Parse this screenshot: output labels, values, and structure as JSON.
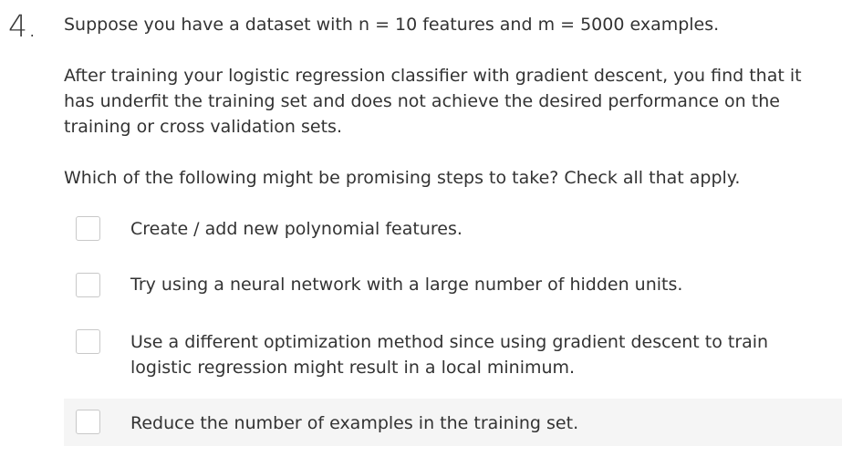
{
  "question": {
    "number": "4.",
    "intro": "Suppose you have a dataset with n = 10 features and m = 5000 examples.",
    "scenario": "After training your logistic regression classifier with gradient descent, you find that it has underfit the training set and does not achieve the desired performance on the training or cross validation sets.",
    "prompt": "Which of the following might be promising steps to take? Check all that apply."
  },
  "options": [
    {
      "label": "Create / add new polynomial features.",
      "checked": false
    },
    {
      "label": "Try using a neural network with a large number of hidden units.",
      "checked": false
    },
    {
      "label": "Use a different optimization method since using gradient descent to train logistic regression might result in a local minimum.",
      "checked": false
    },
    {
      "label": "Reduce the number of examples in the training set.",
      "checked": false
    }
  ],
  "colors": {
    "text": "#333333",
    "checkbox_border": "#c8c8c8",
    "hover_background": "#f5f5f5"
  }
}
